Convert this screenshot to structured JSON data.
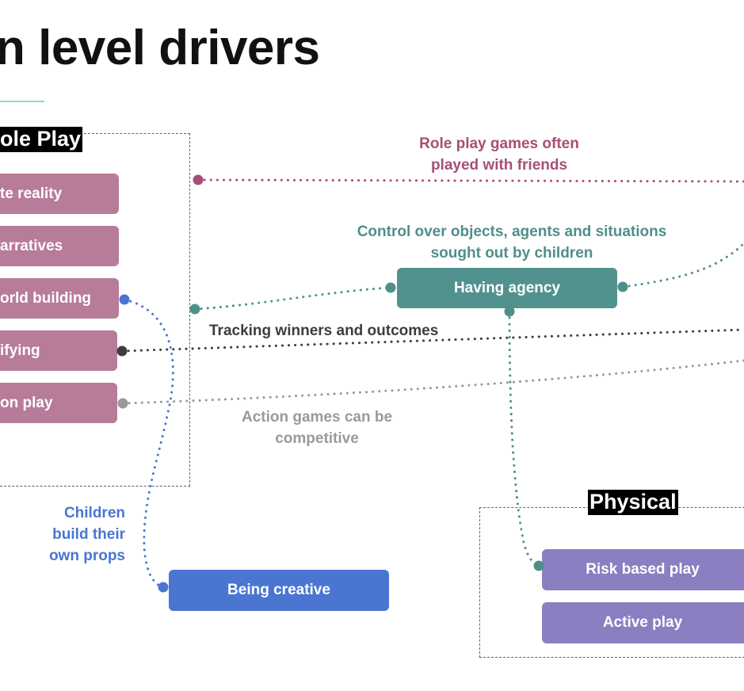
{
  "title": "n level drivers",
  "groups": {
    "role_play": {
      "label": "ole Play",
      "items": [
        "te reality",
        "arratives",
        "orld building",
        "ifying",
        "on play"
      ]
    },
    "physical": {
      "label": "Physical",
      "items": [
        "Risk based play",
        "Active play"
      ]
    }
  },
  "nodes": {
    "having_agency": "Having agency",
    "being_creative": "Being creative"
  },
  "annotations": {
    "role_play_friends": [
      "Role play games often",
      "played with friends"
    ],
    "control": [
      "Control over objects, agents and situations",
      "sought out by children"
    ],
    "tracking": "Tracking winners and outcomes",
    "action_competitive": [
      "Action games can be",
      "competitive"
    ],
    "props": [
      "Children",
      "build their",
      "own props"
    ]
  },
  "colors": {
    "pink": "#b77c99",
    "teal": "#52928e",
    "blue": "#4a76d2",
    "purple": "#8b7fc2",
    "link_pink": "#a64f77",
    "link_teal": "#4f8f8b",
    "link_dark": "#3d3d3d",
    "link_gray": "#9a9a9a",
    "accent_line": "#8fd3d4"
  }
}
